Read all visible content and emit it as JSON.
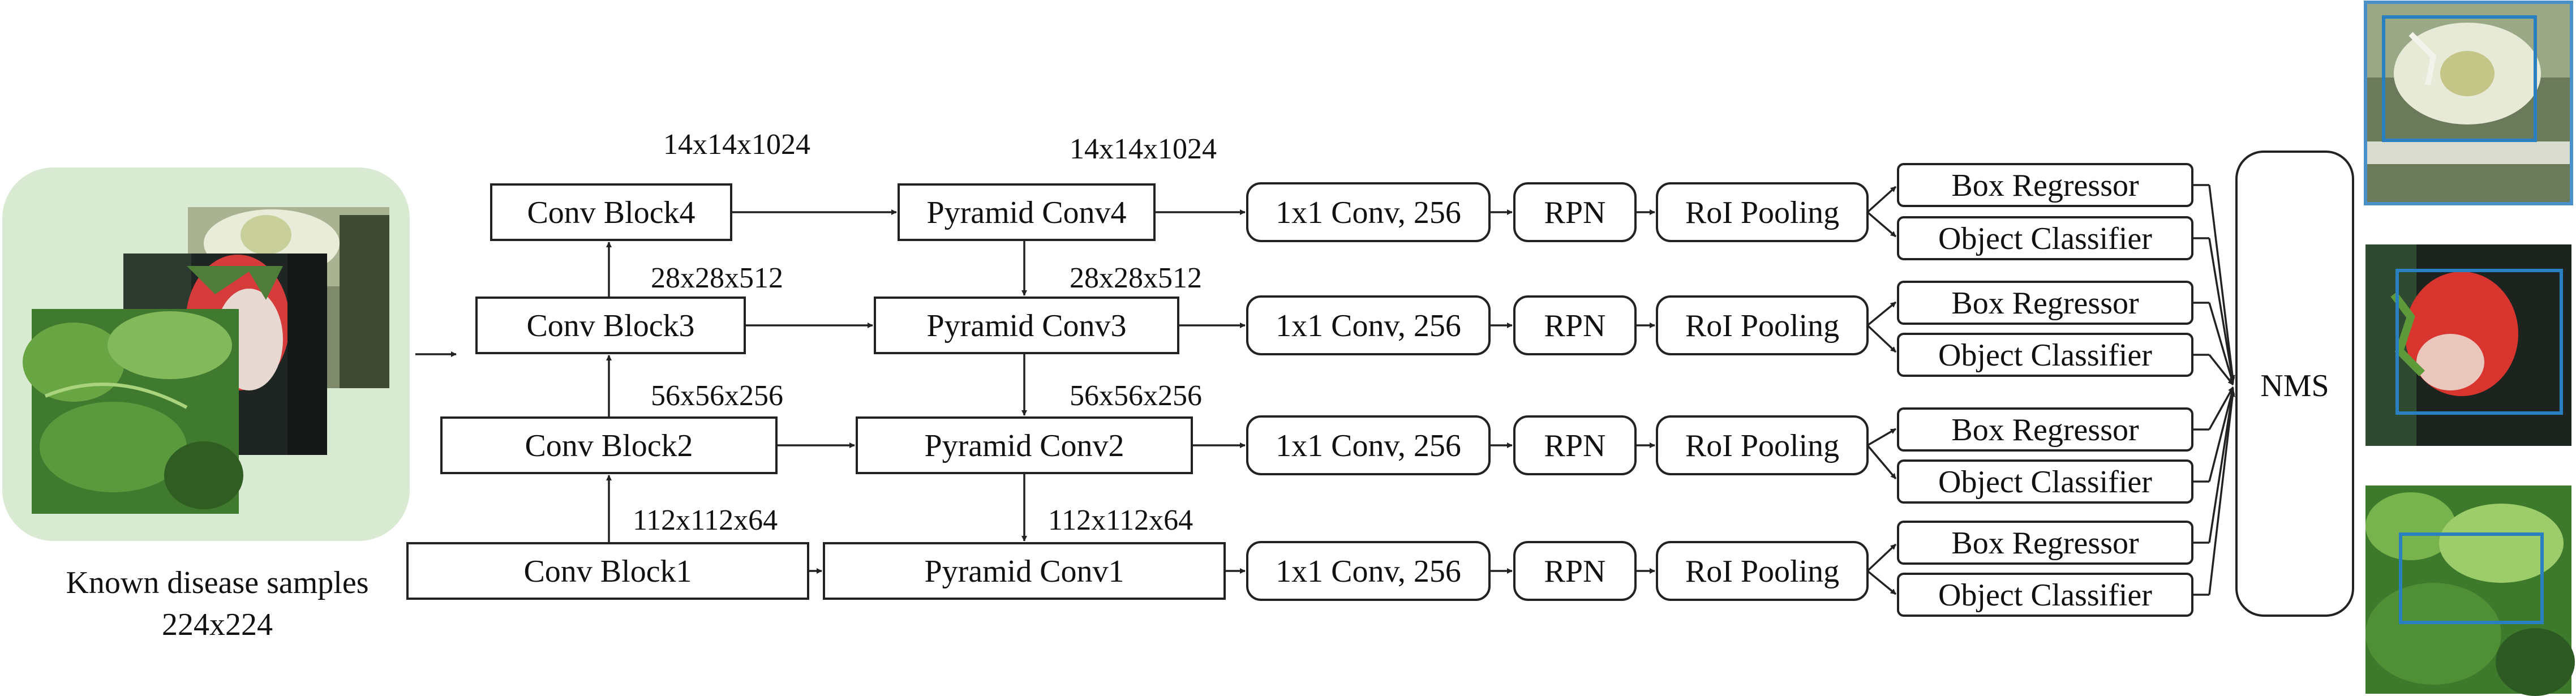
{
  "input": {
    "caption_line1": "Known disease samples",
    "caption_line2": "224x224",
    "panel_color": "#d9ead3"
  },
  "backbone": {
    "block1": "Conv Block1",
    "block2": "Conv Block2",
    "block3": "Conv Block3",
    "block4": "Conv Block4"
  },
  "pyramid": {
    "conv1": "Pyramid Conv1",
    "conv2": "Pyramid Conv2",
    "conv3": "Pyramid Conv3",
    "conv4": "Pyramid Conv4"
  },
  "dims": {
    "d64": "112x112x64",
    "d256": "56x56x256",
    "d512": "28x28x512",
    "d1024": "14x14x1024"
  },
  "heads": {
    "conv": "1x1 Conv, 256",
    "rpn": "RPN",
    "roi": "RoI Pooling",
    "box": "Box Regressor",
    "cls": "Object Classifier"
  },
  "nms": "NMS",
  "colors": {
    "box_outline": "#222222",
    "detection_box": "#2a7fc0",
    "output_frame": "#4a90c8"
  }
}
